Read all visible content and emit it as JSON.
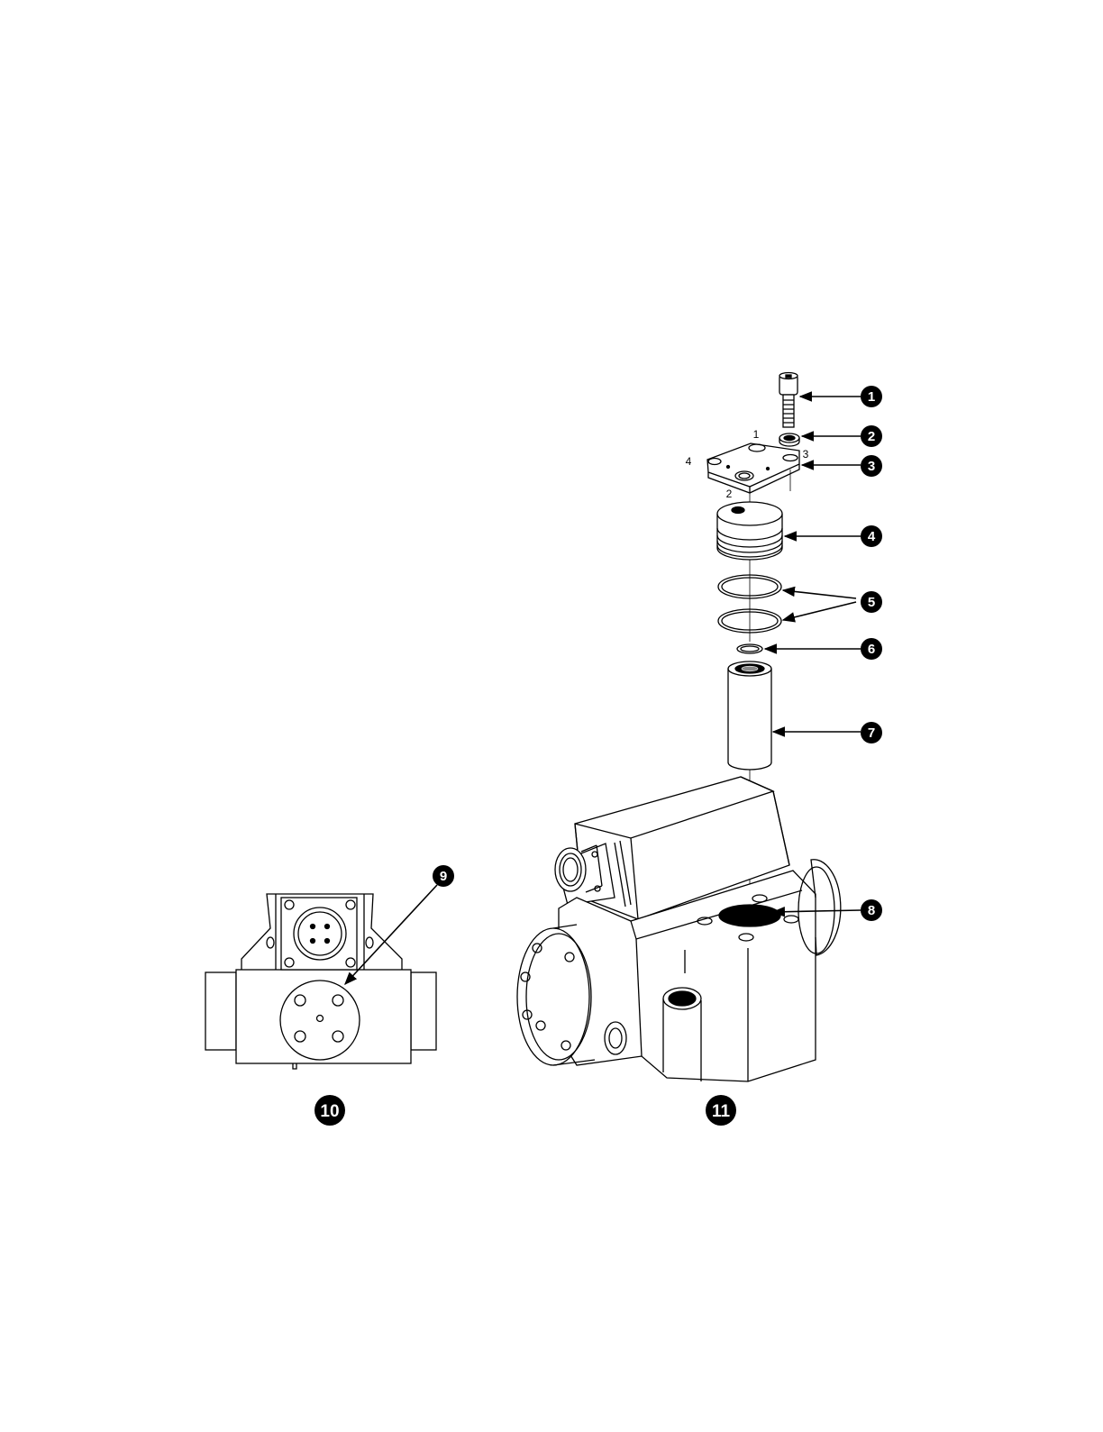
{
  "figure": {
    "callouts": [
      {
        "id": "1",
        "text": "1"
      },
      {
        "id": "2",
        "text": "2"
      },
      {
        "id": "3",
        "text": "3"
      },
      {
        "id": "4",
        "text": "4"
      },
      {
        "id": "5",
        "text": "5"
      },
      {
        "id": "6",
        "text": "6"
      },
      {
        "id": "7",
        "text": "7"
      },
      {
        "id": "8",
        "text": "8"
      },
      {
        "id": "9",
        "text": "9"
      },
      {
        "id": "10",
        "text": "10"
      },
      {
        "id": "11",
        "text": "11"
      }
    ],
    "cover_hole_labels": [
      "1",
      "2",
      "3",
      "4"
    ],
    "colors": {
      "ink": "#000000",
      "paper": "#ffffff"
    }
  }
}
